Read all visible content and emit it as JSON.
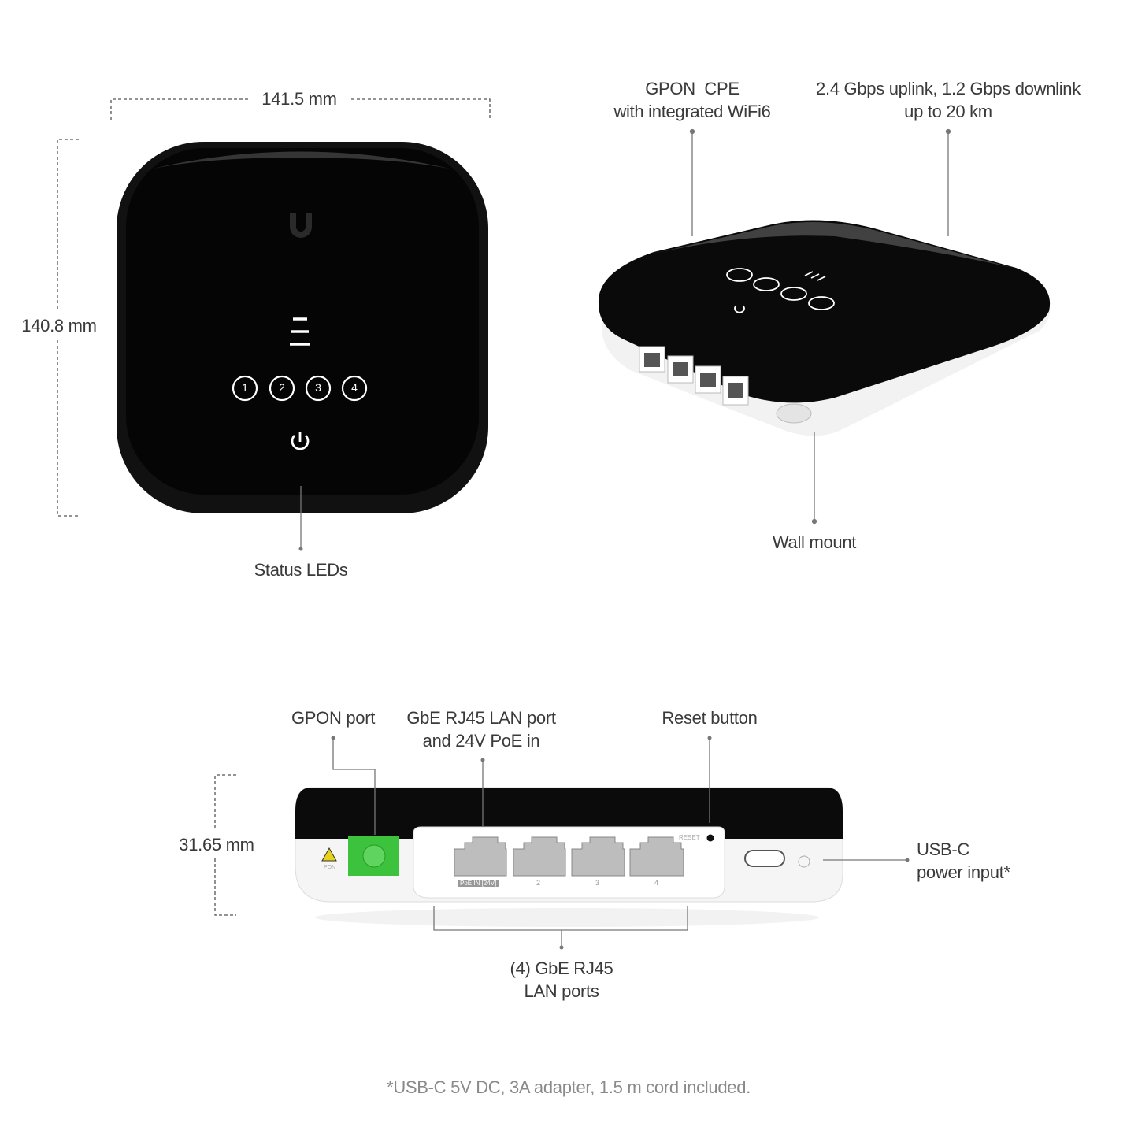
{
  "dimensions": {
    "width": "141.5 mm",
    "height": "140.8 mm",
    "depth": "31.65 mm"
  },
  "callouts": {
    "status_leds": "Status LEDs",
    "gpon_cpe": [
      "GPON  CPE",
      "with integrated WiFi6"
    ],
    "uplink": [
      "2.4 Gbps uplink, 1.2 Gbps downlink",
      "up to 20 km"
    ],
    "wall_mount": "Wall mount",
    "gpon_port": "GPON port",
    "lan_poe": [
      "GbE RJ45 LAN port",
      "and 24V PoE in"
    ],
    "reset": "Reset button",
    "usbc": [
      "USB-C",
      "power input*"
    ],
    "lan_ports": [
      "(4) GbE RJ45",
      "LAN ports"
    ]
  },
  "device": {
    "led_numbers": [
      "1",
      "2",
      "3",
      "4"
    ],
    "port_labels": [
      "PoE IN [24V]",
      "2",
      "3",
      "4"
    ],
    "reset_label": "RESET",
    "pon_label": "PON"
  },
  "footnote": "*USB-C 5V DC, 3A adapter, 1.5 m cord included.",
  "colors": {
    "device_black": "#0b0b0b",
    "device_white": "#f4f4f4",
    "gpon_green": "#3cc23c",
    "leader": "#7a7a7a"
  }
}
